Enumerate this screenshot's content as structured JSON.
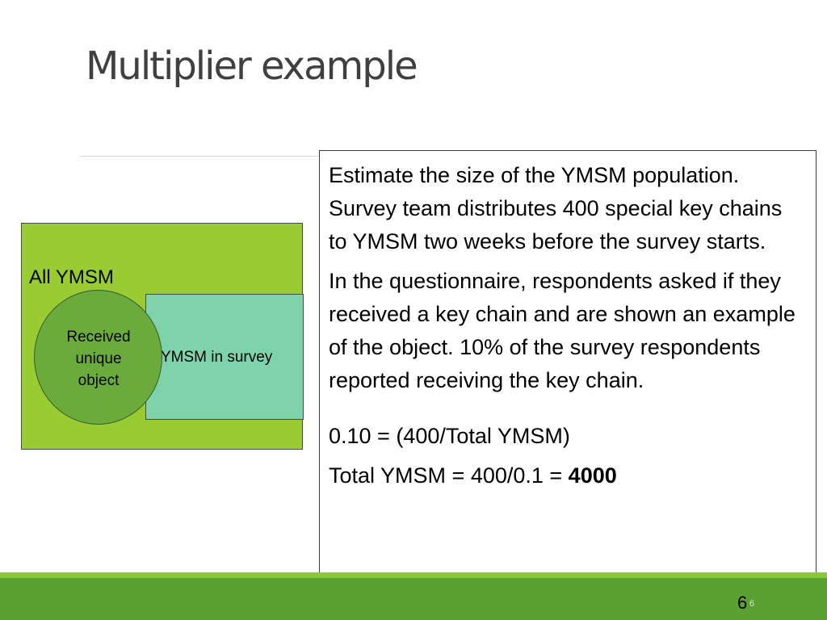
{
  "slide": {
    "title": "Multiplier example",
    "page_number": "6",
    "page_number_small": "6"
  },
  "diagram": {
    "outer_label": "All YMSM",
    "survey_label": "YMSM in survey",
    "circle_lines": [
      "Received",
      "unique",
      "object"
    ]
  },
  "textbox": {
    "para1": "Estimate the size of the YMSM population. Survey team distributes 400 special key chains to YMSM two weeks before the survey starts.",
    "para2": "In the questionnaire, respondents asked if they received a key chain and are shown an example of the object. 10% of the survey respondents reported receiving the key chain.",
    "formula1": "0.10 = (400/Total YMSM)",
    "formula2_prefix": "Total YMSM = 400/0.1 = ",
    "formula2_result": "4000"
  },
  "colors": {
    "outer_box": "#99cc33",
    "survey_rect": "#7ed3ab",
    "circle": "#6aab3c",
    "footer": "#5aa033",
    "footer_light": "#8dc63f"
  }
}
